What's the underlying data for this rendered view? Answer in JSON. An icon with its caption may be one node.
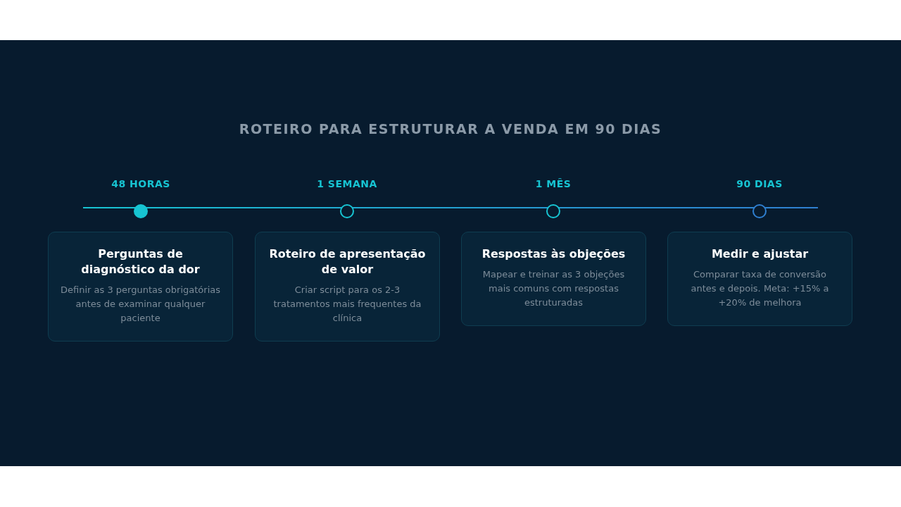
{
  "diagram": {
    "title": "ROTEIRO PARA ESTRUTURAR A VENDA EM 90 DIAS",
    "nodes": [
      {
        "text": [
          "Perguntas de diagnóstico da dor",
          "Definir as 3 perguntas obrigatórias antes de examinar qualquer paciente"
        ]
      },
      {
        "text": [
          "Roteiro de apresentação de valor",
          "Criar script para os 2-3 tratamentos mais frequentes da clínica"
        ]
      },
      {
        "text": [
          "Respostas às objeções",
          "Mapear e treinar as 3 objeções mais comuns com respostas estruturadas"
        ]
      },
      {
        "text": [
          "Medir e ajustar",
          "Comparar taxa de conversão antes e depois. Meta: +15% a +20% de melhora"
        ]
      }
    ],
    "labels": [
      "48 HORAS",
      "1 SEMANA",
      "1 MÊS",
      "90 DIAS"
    ]
  }
}
